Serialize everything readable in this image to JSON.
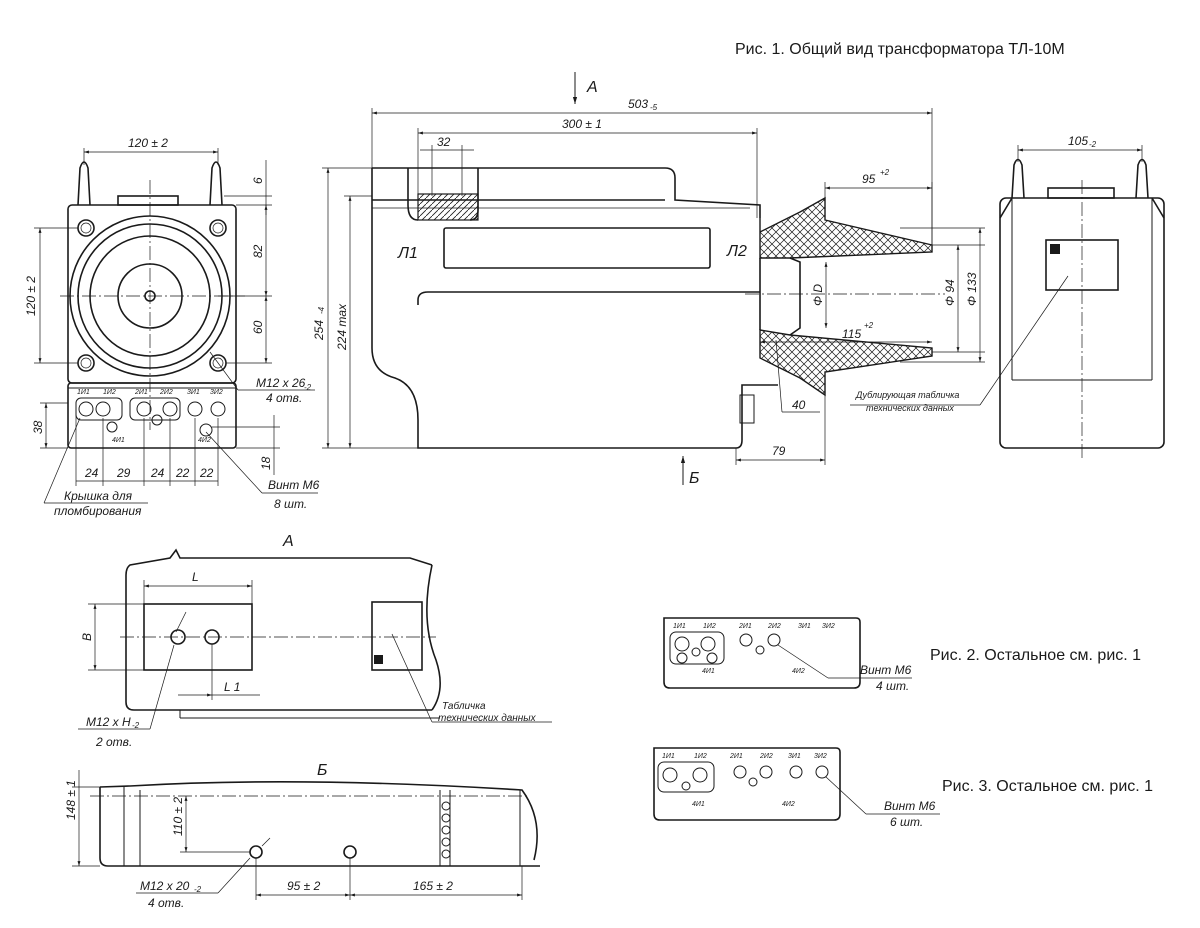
{
  "captions": {
    "fig1": "Рис. 1. Общий вид трансформатора ТЛ-10М",
    "fig2": "Рис. 2. Остальное см. рис. 1",
    "fig3": "Рис. 3. Остальное см. рис. 1"
  },
  "views": {
    "a": "А",
    "b": "Б"
  },
  "markings": {
    "l1": "Л1",
    "l2": "Л2"
  },
  "dimensions": {
    "front_width": "120 ± 2",
    "front_height": "120 ± 2",
    "d6": "6",
    "d82": "82",
    "d60": "60",
    "d38": "38",
    "d18": "18",
    "pitch": [
      "24",
      "29",
      "24",
      "22",
      "22"
    ],
    "total_length": "503",
    "total_length_tol": "-5",
    "len300": "300 ± 1",
    "d32": "32",
    "d95": "95",
    "d95_tol": "+2",
    "h254": "254",
    "h254_tol": "-4",
    "h224": "224 max",
    "dia_d": "Φ D",
    "dia94": "Φ 94",
    "dia133": "Φ 133",
    "d115": "115",
    "d115_tol": "+2",
    "d40": "40",
    "d79": "79",
    "side_width": "105",
    "side_width_tol": "-2",
    "dim_l": "L",
    "dim_b": "B",
    "dim_l1": "L 1",
    "d148": "148 ± 1",
    "d110": "110 ± 2",
    "d95b": "95 ± 2",
    "d165": "165 ± 2"
  },
  "callouts": {
    "m12x26": "M12 x 26",
    "m12x26_tol": "-2",
    "holes4": "4 отв.",
    "vint8_1": "Винт М6",
    "vint8_2": "8 шт.",
    "cover_1": "Крышка для",
    "cover_2": "пломбирования",
    "dup_1": "Дублирующая табличка",
    "dup_2": "технических данных",
    "plate_1": "Табличка",
    "plate_2": "технических данных",
    "m12xh": "M12 x H",
    "m12xh_tol": "-2",
    "holes2": "2 отв.",
    "m12x20": "M12 x 20",
    "m12x20_tol": "-2",
    "holes4b": "4 отв.",
    "vint4_1": "Винт М6",
    "vint4_2": "4 шт.",
    "vint6_1": "Винт М6",
    "vint6_2": "6  шт."
  },
  "terminals": {
    "fig1": [
      "1И1",
      "1И2",
      "2И1",
      "2И2",
      "3И1",
      "3И2"
    ],
    "fig1_lower": [
      "4И1",
      "4И2"
    ],
    "fig2": [
      "1И1",
      "1И2",
      "2И1",
      "2И2",
      "3И1",
      "3И2"
    ],
    "fig2_lower": [
      "4И1",
      "4И2"
    ],
    "fig3": [
      "1И1",
      "1И2",
      "2И1",
      "2И2",
      "3И1",
      "3И2"
    ],
    "fig3_lower": [
      "4И1",
      "4И2"
    ]
  }
}
